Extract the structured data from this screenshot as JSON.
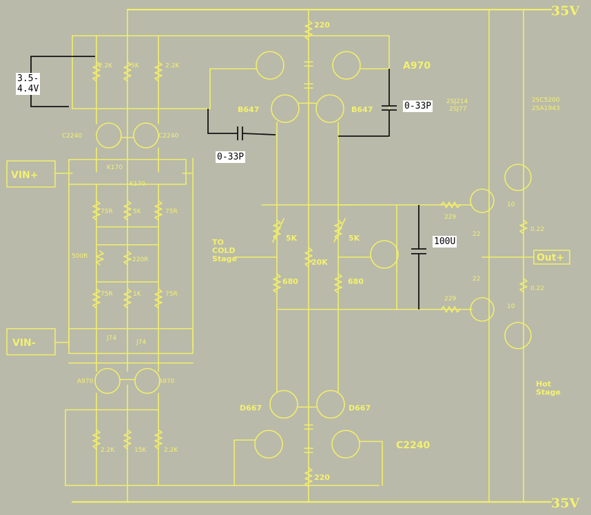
{
  "rails": {
    "top": "35V",
    "bottom": "35V"
  },
  "inputs": {
    "pos": "VIN+",
    "neg": "VIN-"
  },
  "output": "Out+",
  "notes": {
    "bias_voltage": "3.5-\n4.4V",
    "cap_left": "0-33P",
    "cap_right": "0-33P",
    "cap_mid": "100U"
  },
  "stages": {
    "cold": "TO\nCOLD\nStage",
    "hot": "Hot\nStage"
  },
  "parts": {
    "r_top": "220",
    "r_bot": "220",
    "a970_top": "A970",
    "b647_l": "B647",
    "b647_r": "B647",
    "pair_top_1": "2SJ214",
    "pair_top_2": "2SJ77",
    "pair_out_1": "2SC5200",
    "pair_out_2": "2SA1943",
    "c2240_l": "C2240",
    "c2240_r": "C2240",
    "c2240_bot": "C2240",
    "k170_l": "K170",
    "k170_r": "K170",
    "j74_l": "J74",
    "j74_r": "J74",
    "a970_l": "A970",
    "a970_r": "A970",
    "d667_l": "D667",
    "d667_r": "D667",
    "r22k_a": "2.2K",
    "r5k_a": "5K",
    "r22k_b": "2.2K",
    "r75_a": "75R",
    "r5k_b": "5K",
    "r75_b": "75R",
    "r500": "500R",
    "r220r": "220R",
    "r75_c": "75R",
    "r1k": "1K",
    "r75_d": "75R",
    "r22k_c": "2.2K",
    "r15k": "15K",
    "r22k_d": "2.2K",
    "pot_l": "5K",
    "pot_r": "5K",
    "r20k": "20K",
    "r680_l": "680",
    "r680_r": "680",
    "g229_a": "229",
    "g229_b": "229",
    "r10_a": "10",
    "r10_b": "10",
    "r22_a": "22",
    "r22_b": "22",
    "r022_a": "0.22",
    "r022_b": "0.22"
  }
}
